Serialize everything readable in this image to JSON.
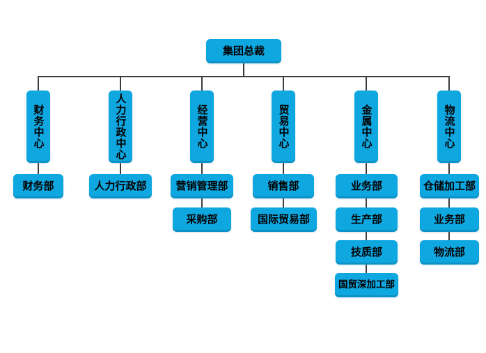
{
  "diagram": {
    "type": "org-chart",
    "root": {
      "label": "集团总裁"
    },
    "centers": [
      {
        "label": "财务中心",
        "departments": [
          "财务部"
        ]
      },
      {
        "label": "人力行政中心",
        "departments": [
          "人力行政部"
        ]
      },
      {
        "label": "经营中心",
        "departments": [
          "营销管理部",
          "采购部"
        ]
      },
      {
        "label": "贸易中心",
        "departments": [
          "销售部",
          "国际贸易部"
        ]
      },
      {
        "label": "金属中心",
        "departments": [
          "业务部",
          "生产部",
          "技质部",
          "国贸深加工部"
        ]
      },
      {
        "label": "物流中心",
        "departments": [
          "仓储加工部",
          "业务部",
          "物流部"
        ]
      }
    ],
    "colors": {
      "node_fill": "#0ea7e0",
      "node_text": "#000000",
      "connector": "#3b3b3b",
      "background": "#ffffff"
    }
  }
}
